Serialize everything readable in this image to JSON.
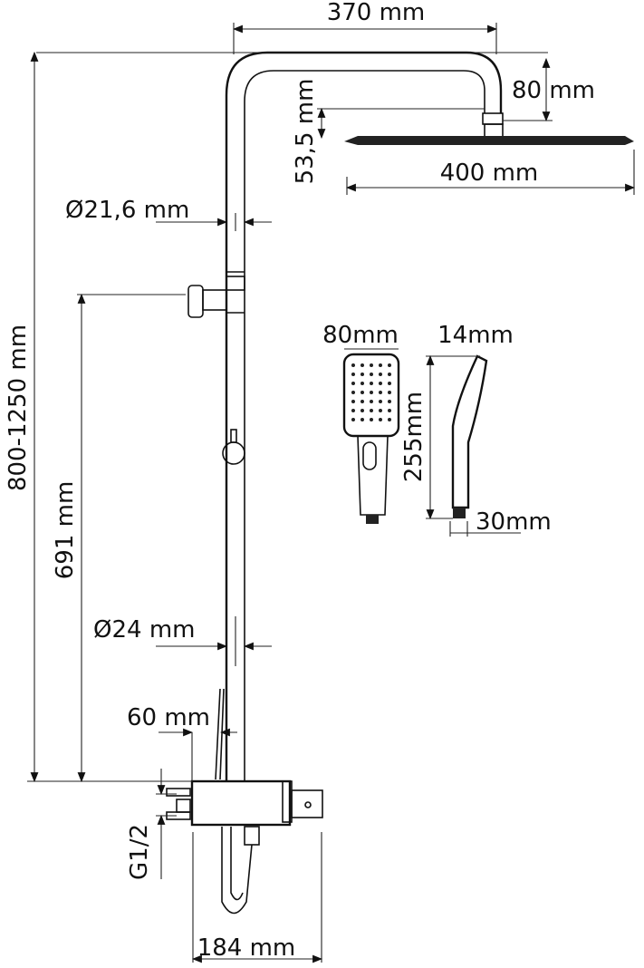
{
  "drawing": {
    "title": "Shower system dimensions",
    "accent_color": "#111111"
  },
  "dimensions": {
    "arm_length": "370 mm",
    "arm_drop": "80 mm",
    "head_height": "53,5 mm",
    "head_width": "400 mm",
    "upper_pipe_diameter": "Ø21,6 mm",
    "total_height": "800-1250 mm",
    "holder_height": "691 mm",
    "lower_pipe_diameter": "Ø24 mm",
    "wall_offset": "60 mm",
    "inlet_thread": "G1/2",
    "mixer_width": "184 mm",
    "hand_head_width": "80mm",
    "hand_thickness": "14mm",
    "hand_length": "255mm",
    "hand_handle_width": "30mm"
  }
}
